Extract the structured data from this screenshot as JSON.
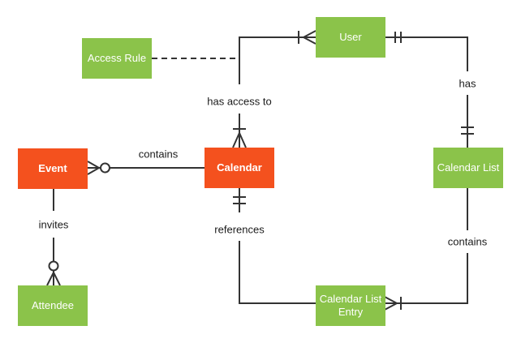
{
  "diagram_type": "entity-relationship",
  "colors": {
    "entity_orange": "#F4511E",
    "entity_green": "#8BC34A",
    "connector_line": "#333333",
    "label_text": "#1a1a1a",
    "entity_text": "#ffffff",
    "background": "#ffffff"
  },
  "entities": [
    {
      "id": "access-rule",
      "label": "Access Rule",
      "color": "green"
    },
    {
      "id": "user",
      "label": "User",
      "color": "green"
    },
    {
      "id": "event",
      "label": "Event",
      "color": "orange"
    },
    {
      "id": "calendar",
      "label": "Calendar",
      "color": "orange"
    },
    {
      "id": "calendar-list",
      "label": "Calendar List",
      "color": "green"
    },
    {
      "id": "attendee",
      "label": "Attendee",
      "color": "green"
    },
    {
      "id": "calendar-list-entry",
      "label": "Calendar List Entry",
      "color": "green"
    }
  ],
  "relationships": [
    {
      "label": "contains",
      "from": "Event",
      "to": "Calendar",
      "from_cardinality": "zero-or-many",
      "to_cardinality": "plain",
      "line": "solid"
    },
    {
      "label": "has access to",
      "from": "User",
      "to": "Calendar",
      "from_cardinality": "one-or-many",
      "to_cardinality": "one-or-many",
      "line": "solid"
    },
    {
      "label": "has",
      "from": "User",
      "to": "Calendar List",
      "from_cardinality": "one-and-only-one",
      "to_cardinality": "one-and-only-one",
      "line": "solid"
    },
    {
      "label": "references",
      "from": "Calendar",
      "to": "Calendar List Entry",
      "from_cardinality": "one-and-only-one",
      "to_cardinality": "plain",
      "line": "solid"
    },
    {
      "label": "contains",
      "from": "Calendar List",
      "to": "Calendar List Entry",
      "from_cardinality": "plain",
      "to_cardinality": "one-or-many",
      "line": "solid"
    },
    {
      "label": "invites",
      "from": "Event",
      "to": "Attendee",
      "from_cardinality": "plain",
      "to_cardinality": "zero-or-many",
      "line": "solid"
    },
    {
      "label": "",
      "from": "Access Rule",
      "to": "has-access-to relationship line",
      "from_cardinality": "none",
      "to_cardinality": "none",
      "line": "dashed"
    }
  ]
}
